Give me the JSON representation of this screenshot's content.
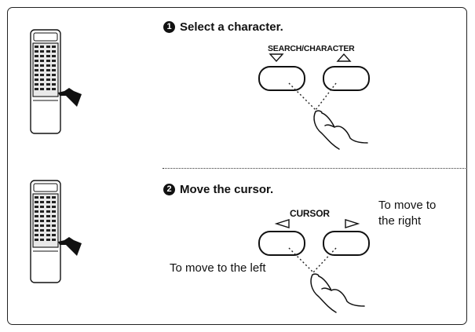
{
  "step1": {
    "number": "1",
    "title": "Select a character.",
    "button_label": "SEARCH/CHARACTER"
  },
  "step2": {
    "number": "2",
    "title": "Move the cursor.",
    "button_label": "CURSOR",
    "right_note_line1": "To move to",
    "right_note_line2": "the right",
    "left_note": "To move to the left"
  }
}
